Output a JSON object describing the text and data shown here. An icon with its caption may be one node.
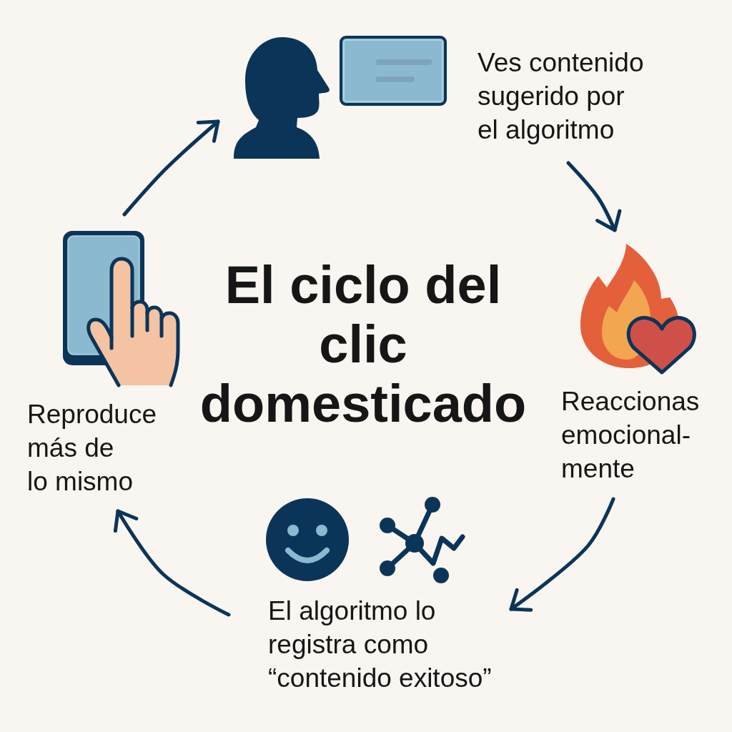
{
  "diagram": {
    "title": "El ciclo del clic domesticado",
    "nodes": [
      {
        "text": [
          "Ves contenido sugerido por el algoritmo"
        ]
      },
      {
        "text": [
          "Reaccionas emocional- mente"
        ]
      },
      {
        "text": [
          "El algoritmo lo registra como “contenido exitoso”"
        ]
      },
      {
        "text": [
          "Reproduce más de lo mismo"
        ]
      }
    ],
    "edges": [
      {
        "from": 0,
        "to": 1,
        "arrow": "to"
      },
      {
        "from": 1,
        "to": 2,
        "arrow": "to"
      },
      {
        "from": 2,
        "to": 3,
        "arrow": "to"
      },
      {
        "from": 3,
        "to": 0,
        "arrow": "to"
      }
    ]
  }
}
